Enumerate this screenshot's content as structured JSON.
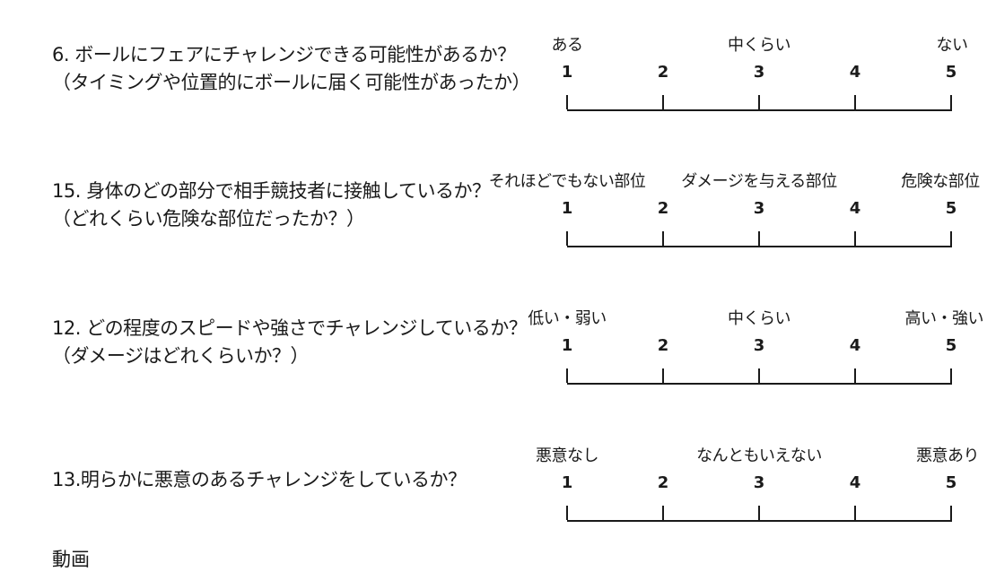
{
  "questions": [
    {
      "lines": [
        "6. ボールにフェアにチャレンジできる可能性があるか？",
        "（タイミングや位置的にボールに届く可能性があったか）"
      ],
      "anchors": [
        "ある",
        "中くらい",
        "ない"
      ]
    },
    {
      "lines": [
        "15. 身体のどの部分で相手競技者に接触しているか？",
        "（どれくらい危険な部位だったか？）"
      ],
      "anchors": [
        "それほどでもない部位",
        "ダメージを与える部位",
        "危険な部位"
      ]
    },
    {
      "lines": [
        "12. どの程度のスピードや強さでチャレンジしているか？",
        "（ダメージはどれくらいか？）"
      ],
      "anchors": [
        "低い・弱い",
        "中くらい",
        "高い・強い"
      ]
    },
    {
      "lines": [
        "13.明らかに悪意のあるチャレンジをしているか？"
      ],
      "anchors": [
        "悪意なし",
        "なんともいえない",
        "悪意あり"
      ]
    }
  ],
  "scale": [
    "1",
    "2",
    "3",
    "4",
    "5"
  ],
  "footer": "動画"
}
